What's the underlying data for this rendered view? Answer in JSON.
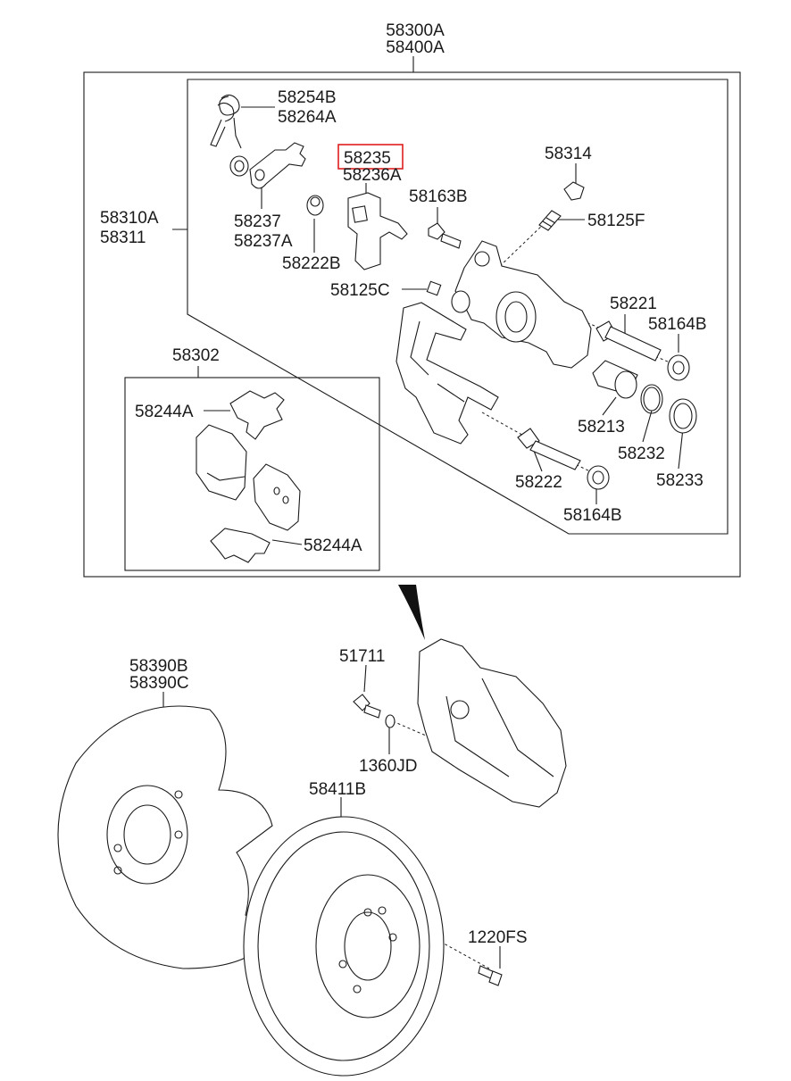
{
  "diagram": {
    "highlight_color": "#e01e1e",
    "labels": {
      "assy_a": "58300A",
      "assy_b": "58400A",
      "caliper_a": "58310A",
      "caliper_b": "58311",
      "spring_a": "58254B",
      "spring_b": "58264A",
      "clip_hl": "58235",
      "clip_b": "58236A",
      "bleeder_cap": "58314",
      "bolt_163": "58163B",
      "bleeder": "58125F",
      "bracket_a": "58237",
      "bracket_b": "58237A",
      "boot_222b": "58222B",
      "nut_125c": "58125C",
      "pin_221": "58221",
      "boot_164b_top": "58164B",
      "piston": "58213",
      "seal": "58232",
      "piston_boot": "58233",
      "pin_222": "58222",
      "boot_164b_bot": "58164B",
      "pad_kit": "58302",
      "shim_top": "58244A",
      "shim_bot": "58244A",
      "shield_a": "58390B",
      "shield_b": "58390C",
      "bolt_517": "51711",
      "washer": "1360JD",
      "disc": "58411B",
      "screw": "1220FS"
    }
  }
}
